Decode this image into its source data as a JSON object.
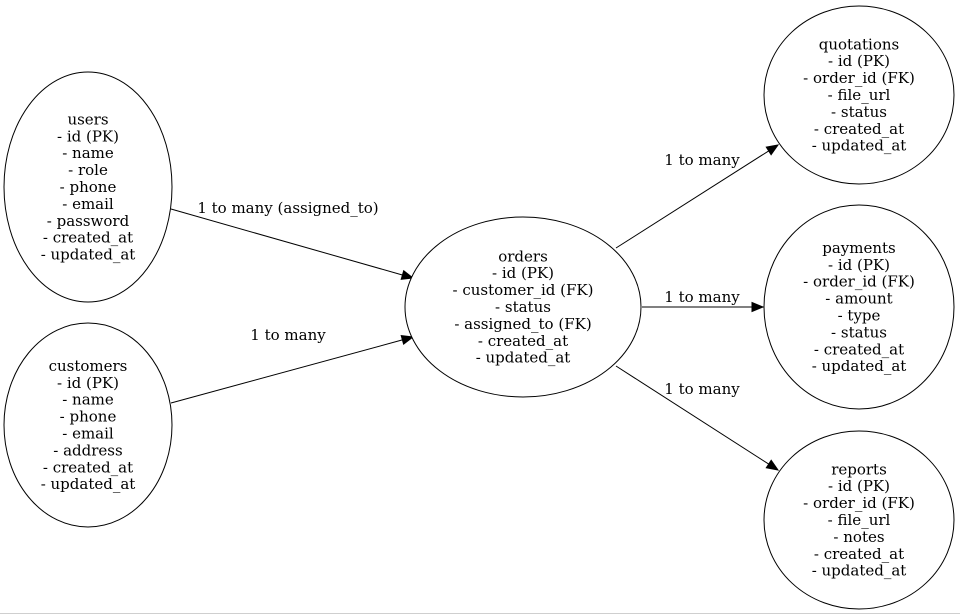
{
  "nodes": [
    {
      "id": "users",
      "lines": [
        "users",
        "- id (PK)",
        "- name",
        "- role",
        "- phone",
        "- email",
        "- password",
        "- created_at",
        "- updated_at"
      ]
    },
    {
      "id": "customers",
      "lines": [
        "customers",
        "- id (PK)",
        "- name",
        "- phone",
        "- email",
        "- address",
        "- created_at",
        "- updated_at"
      ]
    },
    {
      "id": "orders",
      "lines": [
        "orders",
        "- id (PK)",
        "- customer_id (FK)",
        "- status",
        "- assigned_to (FK)",
        "- created_at",
        "- updated_at"
      ]
    },
    {
      "id": "quotations",
      "lines": [
        "quotations",
        "- id (PK)",
        "- order_id (FK)",
        "- file_url",
        "- status",
        "- created_at",
        "- updated_at"
      ]
    },
    {
      "id": "payments",
      "lines": [
        "payments",
        "- id (PK)",
        "- order_id (FK)",
        "- amount",
        "- type",
        "- status",
        "- created_at",
        "- updated_at"
      ]
    },
    {
      "id": "reports",
      "lines": [
        "reports",
        "- id (PK)",
        "- order_id (FK)",
        "- file_url",
        "- notes",
        "- created_at",
        "- updated_at"
      ]
    }
  ],
  "edges": [
    {
      "from": "users",
      "to": "orders",
      "label": "1 to many (assigned_to)"
    },
    {
      "from": "customers",
      "to": "orders",
      "label": "1 to many"
    },
    {
      "from": "orders",
      "to": "quotations",
      "label": "1 to many"
    },
    {
      "from": "orders",
      "to": "payments",
      "label": "1 to many"
    },
    {
      "from": "orders",
      "to": "reports",
      "label": "1 to many"
    }
  ]
}
